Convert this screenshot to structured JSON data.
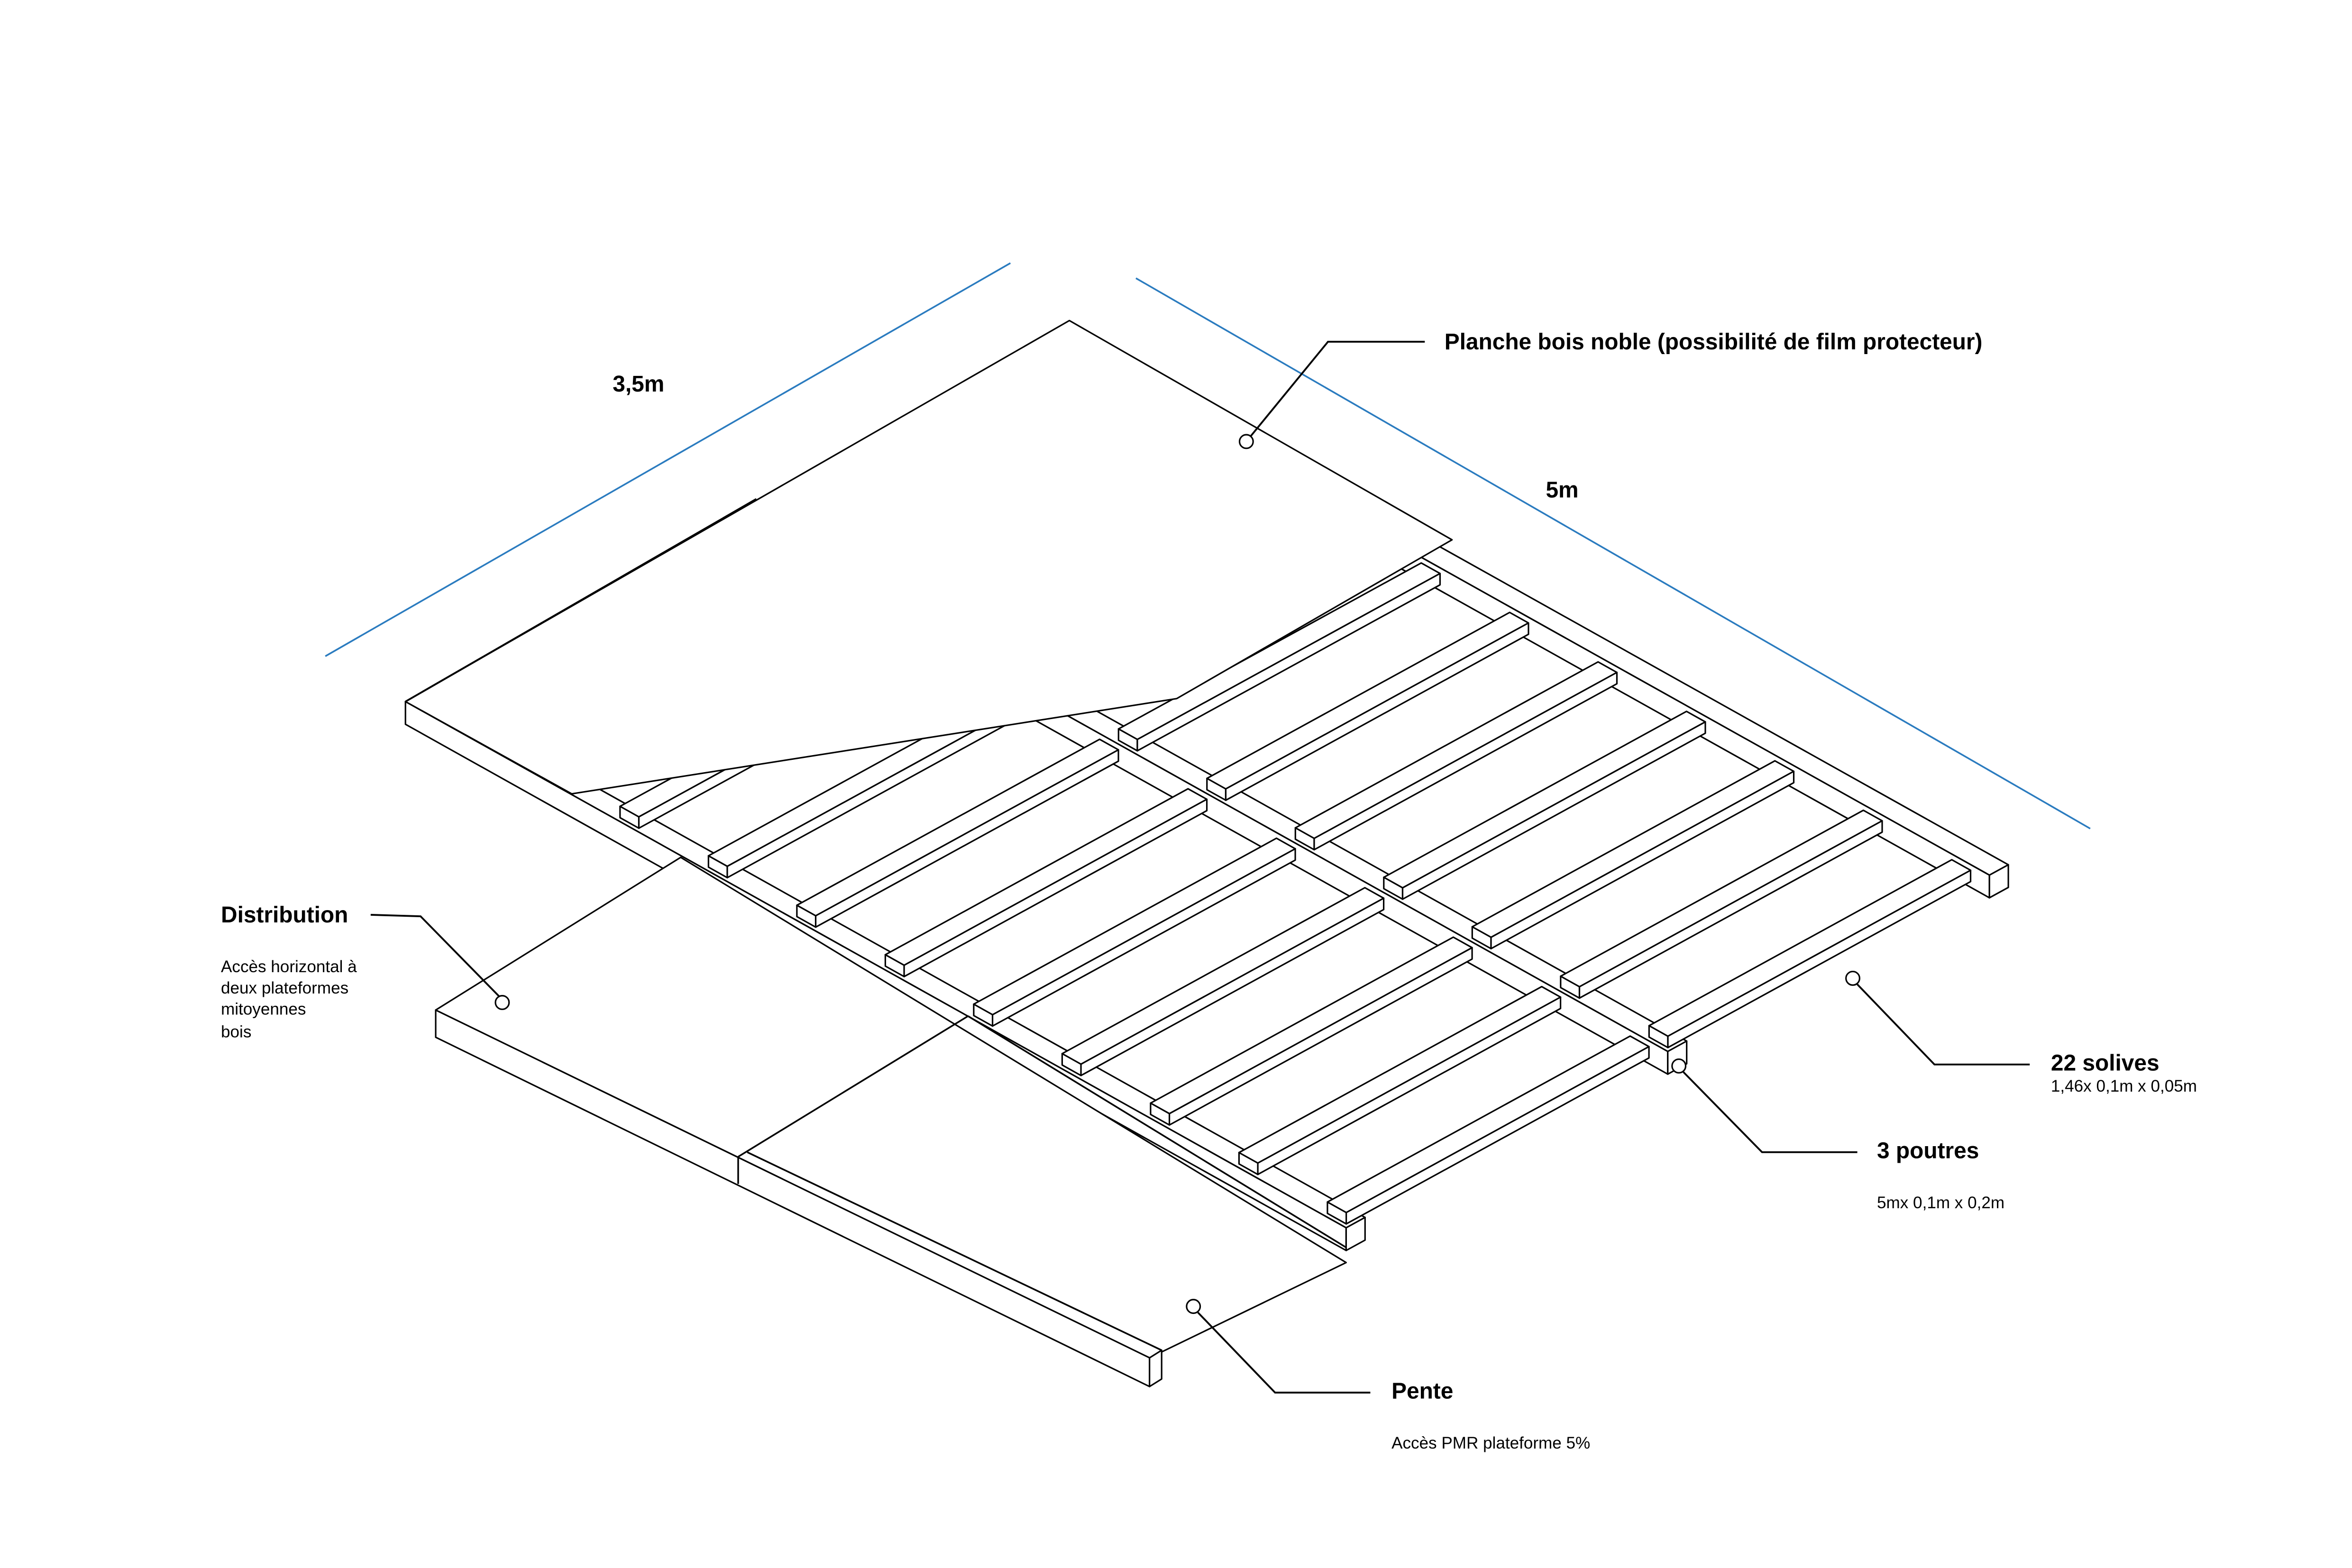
{
  "dimensions": {
    "width_label": "3,5m",
    "length_label": "5m"
  },
  "callouts": {
    "planche": {
      "title": "Planche bois noble (possibilité de film protecteur)"
    },
    "distribution": {
      "title": "Distribution",
      "lines": [
        "Accès horizontal à",
        "deux plateformes",
        "mitoyennes",
        "bois"
      ]
    },
    "solives": {
      "title": "22 solives",
      "subtitle": "1,46x 0,1m x 0,05m"
    },
    "poutres": {
      "title": "3 poutres",
      "subtitle": "5mx 0,1m x 0,2m"
    },
    "pente": {
      "title": "Pente",
      "subtitle": "Accès PMR plateforme 5%"
    }
  },
  "structure": {
    "beam_count": 3,
    "joist_count": 22,
    "length_m": 5,
    "width_m": 3.5
  },
  "colors": {
    "dimension_line": "#2a7bbf",
    "stroke": "#000000"
  }
}
